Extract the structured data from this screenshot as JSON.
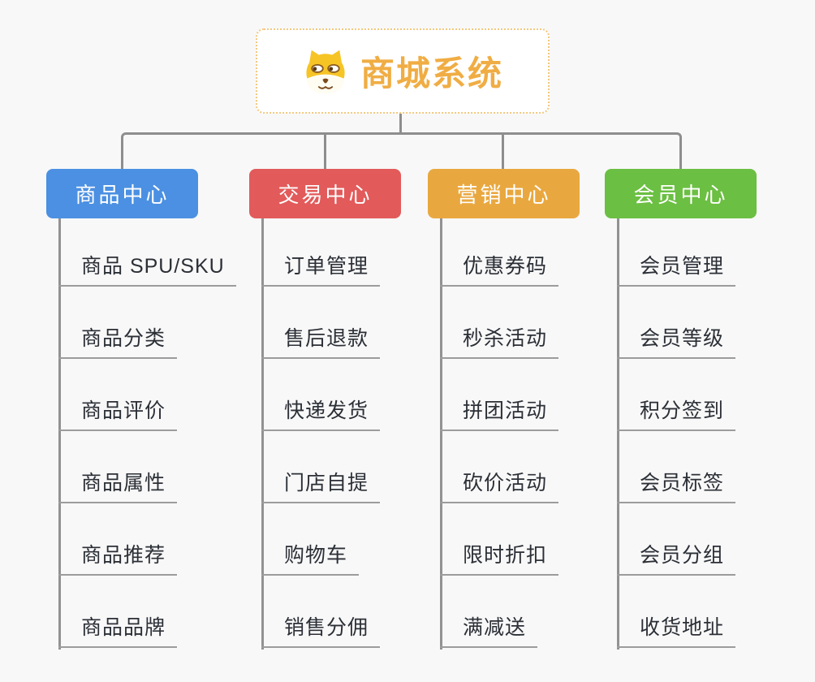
{
  "root": {
    "title": "商城系统",
    "icon": "dog-face-icon"
  },
  "colors": {
    "background": "#f8f8f8",
    "connector": "#8e8e8e",
    "root_border": "#f3c87e",
    "root_title": "#f0ad44",
    "item_text": "#2b2f36",
    "item_underline": "#9c9c9c"
  },
  "branches": [
    {
      "label": "商品中心",
      "color": "#4b90e2",
      "items": [
        "商品 SPU/SKU",
        "商品分类",
        "商品评价",
        "商品属性",
        "商品推荐",
        "商品品牌"
      ]
    },
    {
      "label": "交易中心",
      "color": "#e25a5a",
      "items": [
        "订单管理",
        "售后退款",
        "快递发货",
        "门店自提",
        "购物车",
        "销售分佣"
      ]
    },
    {
      "label": "营销中心",
      "color": "#e9a83f",
      "items": [
        "优惠券码",
        "秒杀活动",
        "拼团活动",
        "砍价活动",
        "限时折扣",
        "满减送"
      ]
    },
    {
      "label": "会员中心",
      "color": "#6bbf42",
      "items": [
        "会员管理",
        "会员等级",
        "积分签到",
        "会员标签",
        "会员分组",
        "收货地址"
      ]
    }
  ]
}
